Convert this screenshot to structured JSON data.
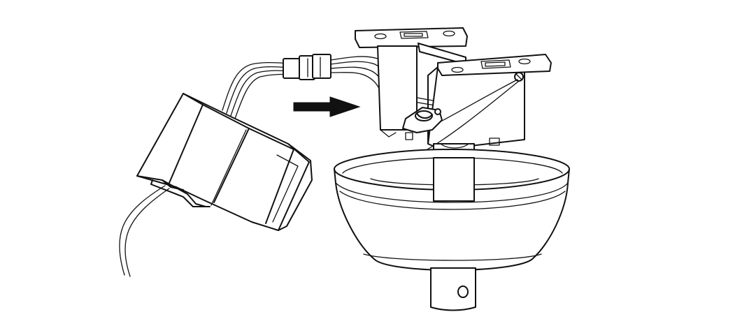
{
  "figure": {
    "background": "#ffffff",
    "line_color": "#111111",
    "parts": [
      "receiver-module",
      "wire-connector",
      "mounting-bracket",
      "canopy",
      "downrod",
      "direction-arrow"
    ]
  }
}
